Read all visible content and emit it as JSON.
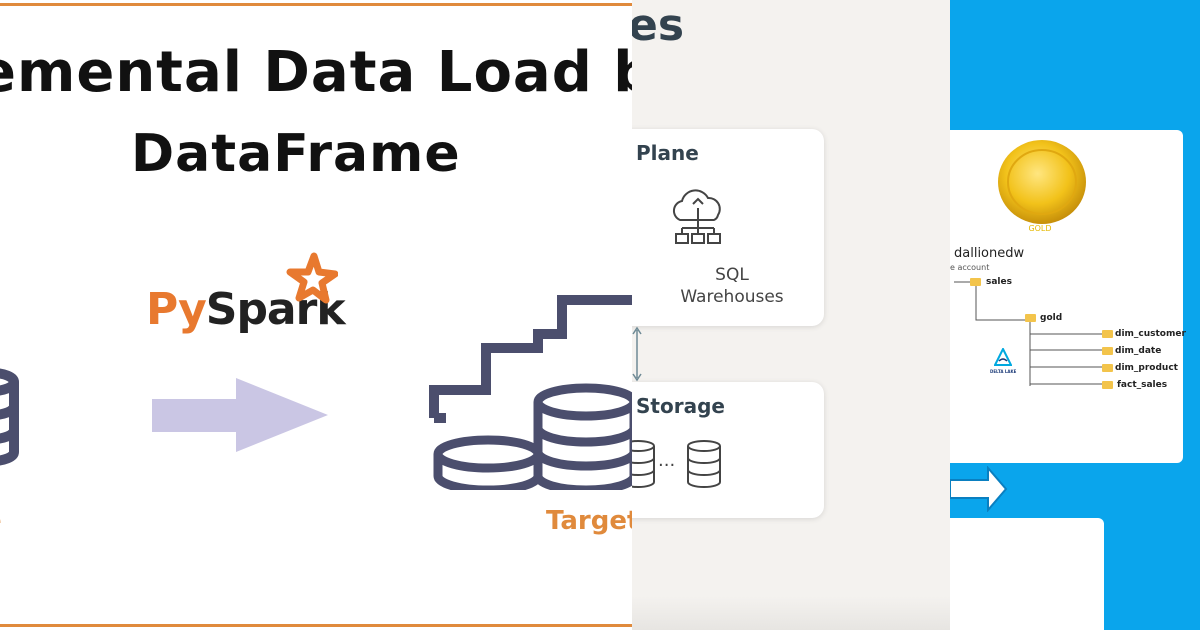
{
  "panel1": {
    "title_line1": "emental Data Load by us",
    "title_line2": "DataFrame",
    "logo_py": "Py",
    "logo_spark": "Spark",
    "source_label": "e",
    "target_label": "Target",
    "colors": {
      "accent": "#e08a3c",
      "arrow": "#cac6e4",
      "icons": "#4b4e6d"
    }
  },
  "panel2": {
    "heading": "es",
    "card1_title": "Plane",
    "card1_line1": "SQL",
    "card1_line2": "Warehouses",
    "card2_title": "Storage",
    "storage_dots": "...",
    "colors": {
      "background": "#f4f2ef",
      "text": "#33434f"
    }
  },
  "panel3": {
    "gold_label": "GOLD",
    "account_name": "dallionedw",
    "account_sub": "e account",
    "tree": {
      "sales": "sales",
      "gold": "gold",
      "dim_customer": "dim_customer",
      "dim_date": "dim_date",
      "dim_product": "dim_product",
      "fact_sales": "fact_sales"
    },
    "delta_label": "DELTA LAKE",
    "colors": {
      "background": "#0aa5ec",
      "folder": "#f3c44b",
      "coin": "#f2c21a"
    }
  }
}
